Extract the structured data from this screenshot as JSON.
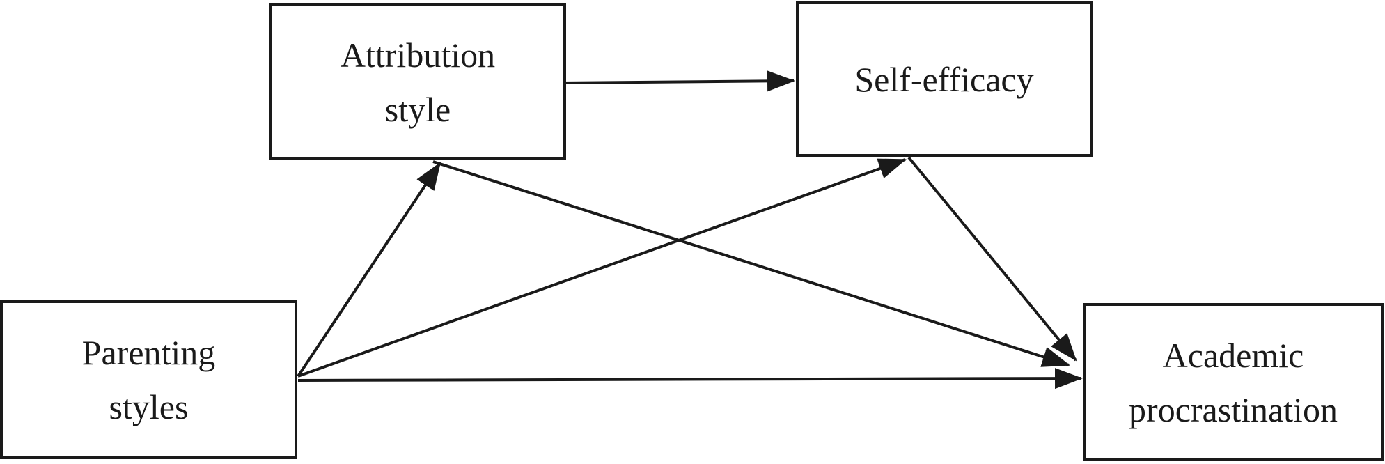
{
  "diagram": {
    "nodes": {
      "attribution_style": {
        "line1": "Attribution",
        "line2": "style"
      },
      "self_efficacy": {
        "line1": "Self-efficacy"
      },
      "parenting_styles": {
        "line1": "Parenting",
        "line2": "styles"
      },
      "academic_procrastination": {
        "line1": "Academic",
        "line2": "procrastination"
      }
    },
    "edges": [
      {
        "from": "parenting_styles",
        "to": "attribution_style"
      },
      {
        "from": "parenting_styles",
        "to": "self_efficacy"
      },
      {
        "from": "parenting_styles",
        "to": "academic_procrastination"
      },
      {
        "from": "attribution_style",
        "to": "self_efficacy"
      },
      {
        "from": "attribution_style",
        "to": "academic_procrastination"
      },
      {
        "from": "self_efficacy",
        "to": "academic_procrastination"
      }
    ],
    "colors": {
      "stroke": "#1a1a1a",
      "background": "#ffffff"
    }
  }
}
